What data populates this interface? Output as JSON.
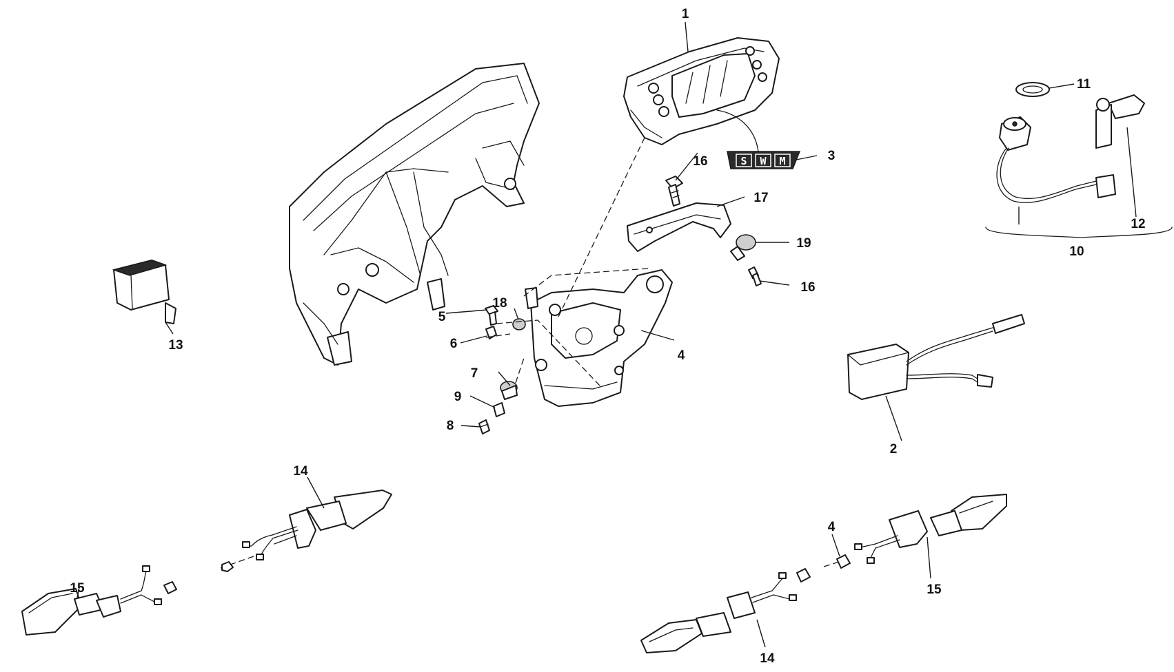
{
  "callouts": {
    "c1": "1",
    "c2": "2",
    "c3": "3",
    "c4a": "4",
    "c4b": "4",
    "c5": "5",
    "c6": "6",
    "c7": "7",
    "c8": "8",
    "c9": "9",
    "c10": "10",
    "c11": "11",
    "c12": "12",
    "c13": "13",
    "c14a": "14",
    "c14b": "14",
    "c15a": "15",
    "c15b": "15",
    "c16a": "16",
    "c16b": "16",
    "c17": "17",
    "c18": "18",
    "c19": "19"
  },
  "label_badge": {
    "s": "S",
    "w": "W",
    "m": "M"
  },
  "colors": {
    "ink": "#1a1a1a",
    "background": "#ffffff"
  }
}
